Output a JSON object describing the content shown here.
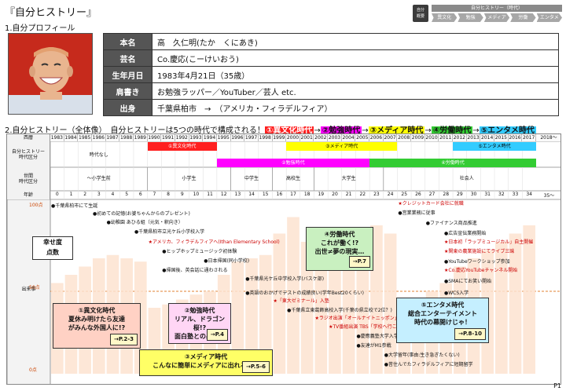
{
  "page": {
    "title": "『自分ヒストリー』",
    "section1": "1.自分プロフィール",
    "section2_prefix": "2.自分ヒストリー（全体像）　自分ヒストリーは5つの時代で構成される！",
    "page_number": "P1"
  },
  "nav": {
    "current": "自分\n概要",
    "header": "自分ヒストリー（時代）",
    "items": [
      "異文化",
      "勉強",
      "メディア",
      "労働",
      "エンタメ"
    ]
  },
  "profile": {
    "rows": [
      {
        "label": "本名",
        "value": "高　久仁明(たか　くにあき)"
      },
      {
        "label": "芸名",
        "value": "Co.慶応(こーけいおう)"
      },
      {
        "label": "生年月日",
        "value": "1983年4月21日（35歳）"
      },
      {
        "label": "肩書き",
        "value": "お勉強ラッパー／YouTuber／芸人 etc."
      },
      {
        "label": "出身",
        "value": "千葉県柏市　→　（アメリカ・フィラデルフィア）"
      }
    ]
  },
  "eras": [
    {
      "label": "①異文化時代",
      "color": "#ff1e1e"
    },
    {
      "label": "②勉強時代",
      "color": "#ff00ff"
    },
    {
      "label": "③メディア時代",
      "color": "#ffff00"
    },
    {
      "label": "④労働時代",
      "color": "#33cc33"
    },
    {
      "label": "⑤エンタメ時代",
      "color": "#33ccff"
    }
  ],
  "timeline": {
    "col_labels": {
      "year": "西暦",
      "era": "自分ヒストリー\n時代区分",
      "gen": "世間\n時代区分",
      "age": "年齢",
      "events": "出来事"
    },
    "years": [
      "1983",
      "1984",
      "1985",
      "1986",
      "1987",
      "1988",
      "1989",
      "1990",
      "1991",
      "1992",
      "1993",
      "1994",
      "1995",
      "1996",
      "1997",
      "1998",
      "1999",
      "2000",
      "2001",
      "2002",
      "2003",
      "2004",
      "2005",
      "2006",
      "2007",
      "2008",
      "2009",
      "2010",
      "2011",
      "2012",
      "2013",
      "2014",
      "2015",
      "2016",
      "2017"
    ],
    "years_tail": "2018～",
    "ages": [
      "0",
      "1",
      "2",
      "3",
      "4",
      "5",
      "6",
      "7",
      "8",
      "9",
      "10",
      "11",
      "12",
      "13",
      "14",
      "15",
      "16",
      "17",
      "18",
      "19",
      "20",
      "21",
      "22",
      "23",
      "24",
      "25",
      "26",
      "27",
      "28",
      "29",
      "30",
      "31",
      "32",
      "33",
      "34"
    ],
    "ages_tail": "35～",
    "no_era": "時代なし",
    "era_bands": {
      "ibunka": "①異文化時代",
      "benkyo": "②勉強時代",
      "media": "③メディア時代",
      "rodo": "④労働時代",
      "entame": "⑤エンタメ時代"
    },
    "gen_periods": [
      "～小学生前",
      "小学生",
      "中学生",
      "高校生",
      "大学生",
      "社会人"
    ],
    "y_top": "100点",
    "y_mid": "50点",
    "y_bot": "0点",
    "happiness_label": "幸せ度\n点数",
    "happiness_scores": [
      55,
      60,
      65,
      70,
      72,
      70,
      68,
      40,
      42,
      45,
      48,
      50,
      60,
      68,
      70,
      72,
      85,
      95,
      80,
      75,
      70,
      72,
      78,
      90,
      85,
      45,
      40,
      50,
      55,
      65,
      70,
      75,
      80,
      85,
      90
    ]
  },
  "events": [
    {
      "text": "●千葉県柏市にて生誕",
      "red": false
    },
    {
      "text": "●初めての記憶(お婆ちゃんからのプレゼント)",
      "red": false
    },
    {
      "text": "●幼稚園 あひる組（元気・釈向き）",
      "red": false
    },
    {
      "text": "●千葉県柏市立光ケ丘小学校入学",
      "red": false
    },
    {
      "text": "★アメリカ、フィラデルフィアへ(Ithan Elementary School)",
      "red": true
    },
    {
      "text": "●ヒップホップミュージック初体験",
      "red": false
    },
    {
      "text": "●日本帰国(同小学校)",
      "red": false
    },
    {
      "text": "●帰国後、英会話に通わされる",
      "red": false
    },
    {
      "text": "●千葉県光ケ丘中学校入学(バスケ部)",
      "red": false
    },
    {
      "text": "●英語のおかげでテストの成績良い(学年Best20くらい)",
      "red": false
    },
    {
      "text": "★「東大ゼミナール」入塾",
      "red": true
    },
    {
      "text": "●千葉県立東葛飾高校入学(千葉の県立校で2位？)",
      "red": false
    },
    {
      "text": "★ラジオ出演「オールナイトニッポン」",
      "red": true
    },
    {
      "text": "★TV番組出演 TBS「学校へ行こう」",
      "red": true
    },
    {
      "text": "●慶應義塾大学入学",
      "red": false
    },
    {
      "text": "●友達がM1参戦",
      "red": false
    },
    {
      "text": "●大学留年(事由:生き急ぎたくない)",
      "red": false
    },
    {
      "text": "●昔住んでたフィラデルフィアに短期留学",
      "red": false
    },
    {
      "text": "★クレジットカード会社に就職",
      "red": true
    },
    {
      "text": "●営業業務に従事",
      "red": false
    },
    {
      "text": "●ファイナンス商品推進",
      "red": false
    },
    {
      "text": "●広告宣伝業務開始",
      "red": false
    },
    {
      "text": "★日本初「ラップミュージカル」自主開催",
      "red": true
    },
    {
      "text": "★関東の農業施設にてライブ三昧",
      "red": true
    },
    {
      "text": "●YouTubeワークショップ参加",
      "red": false
    },
    {
      "text": "★Co.慶応YouTubeチャンネル開始",
      "red": true
    },
    {
      "text": "●SMAにてお笑い開始",
      "red": false
    },
    {
      "text": "●WCS入学",
      "red": false
    }
  ],
  "callouts": [
    {
      "title": "①異文化時代",
      "body": "夏休み明けたら友達\nがみんな外国人に!?",
      "tag": "→P.2-3",
      "bg": "#ffd1c4"
    },
    {
      "title": "②勉強時代",
      "body": "リアル、ドラゴン桜!?\n面白塾との出会い",
      "tag": "→P.4",
      "bg": "#ffd6f5"
    },
    {
      "title": "③メディア時代",
      "body": "こんなに簡単にメディアに出れるの!?",
      "tag": "→P.5-6",
      "bg": "#ffff66"
    },
    {
      "title": "④労働時代",
      "body": "これが働く!?\n出世≠夢の現実…",
      "tag": "→P.7",
      "bg": "#c9f0c0"
    },
    {
      "title": "⑤エンタメ時代",
      "body": "総合エンターテイメント\n時代の幕開けじゃ！",
      "tag": "→P.8-10",
      "bg": "#c5efff"
    }
  ]
}
